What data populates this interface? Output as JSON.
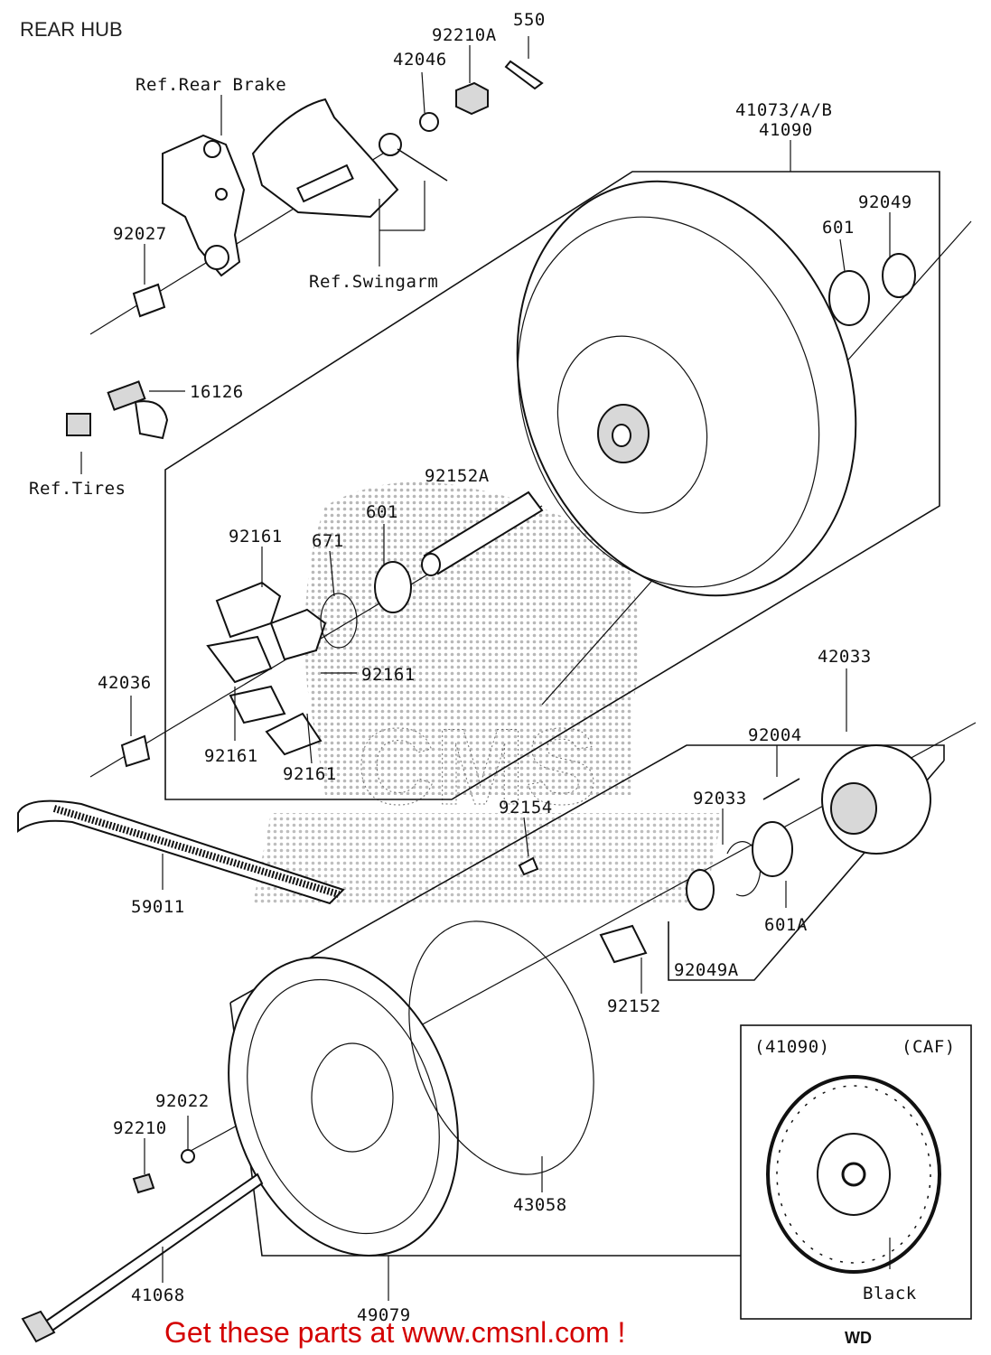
{
  "title": "REAR HUB",
  "watermark": "CMS",
  "footer": {
    "ad_text": "Get these parts at www.cmsnl.com !",
    "region_code": "WD"
  },
  "inset": {
    "model_ref": "(41090)",
    "region": "(CAF)",
    "note": "Black"
  },
  "references": {
    "rear_brake": "Ref.Rear Brake",
    "swingarm": "Ref.Swingarm",
    "tires": "Ref.Tires"
  },
  "part_numbers": {
    "p550": "550",
    "p92210A": "92210A",
    "p42046": "42046",
    "p92027": "92027",
    "p41073": "41073/A/B",
    "p41090": "41090",
    "p92049": "92049",
    "p601_top": "601",
    "p16126": "16126",
    "p92152A": "92152A",
    "p601_mid": "601",
    "p671": "671",
    "p92161_a": "92161",
    "p92161_b": "92161",
    "p92161_c": "92161",
    "p92161_d": "92161",
    "p42036": "42036",
    "p42033": "42033",
    "p92004": "92004",
    "p92033": "92033",
    "p92154": "92154",
    "p59011": "59011",
    "p601A": "601A",
    "p92049A": "92049A",
    "p92152": "92152",
    "p92022": "92022",
    "p92210": "92210",
    "p43058": "43058",
    "p41068": "41068",
    "p49079": "49079"
  }
}
